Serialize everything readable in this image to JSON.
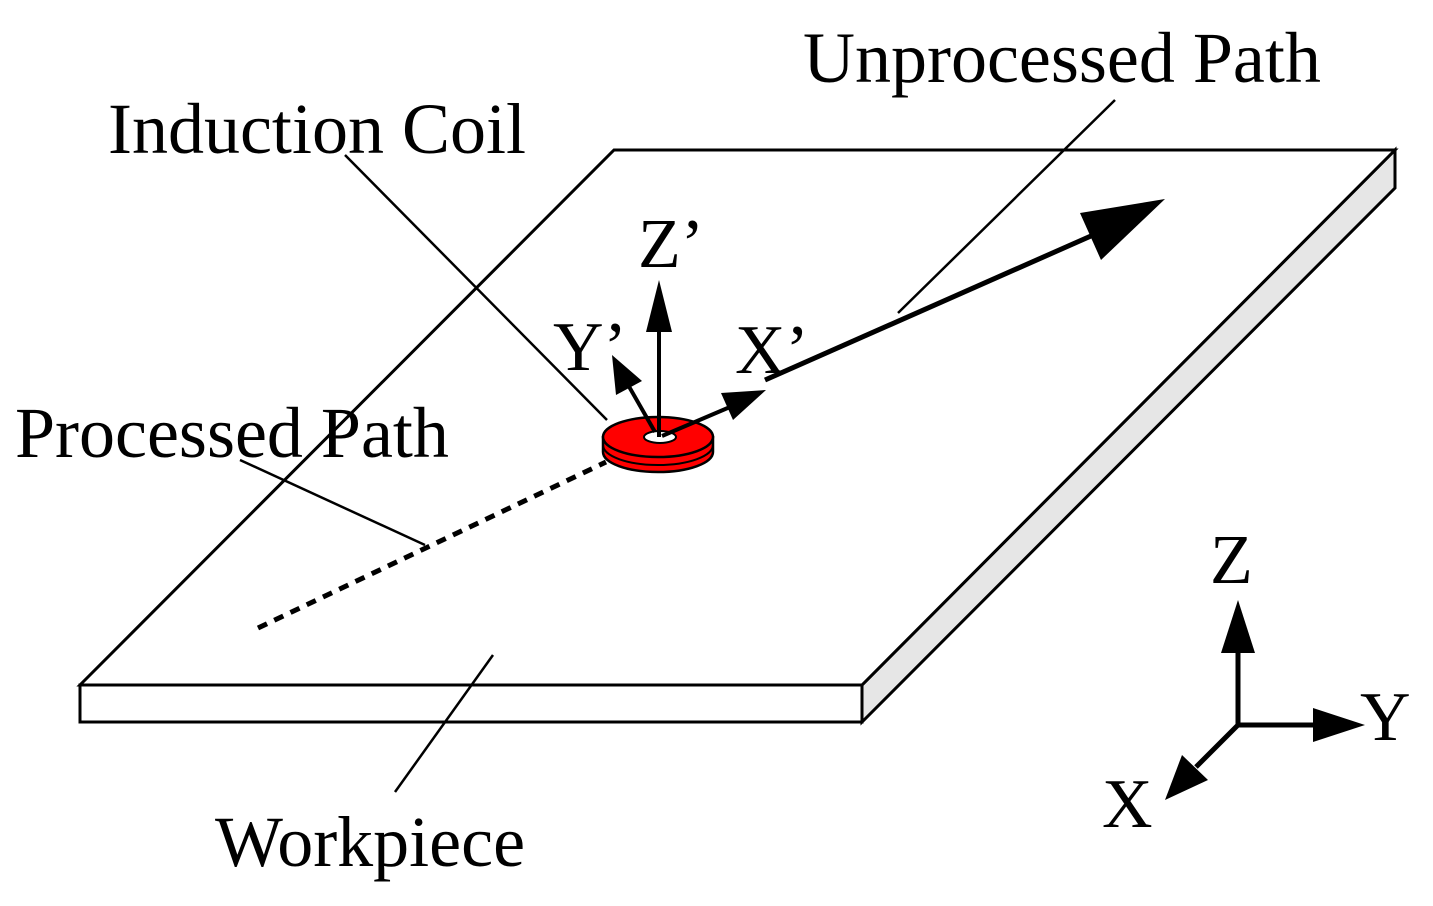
{
  "labels": {
    "unprocessed_path": "Unprocessed Path",
    "induction_coil": "Induction Coil",
    "processed_path": "Processed Path",
    "workpiece": "Workpiece"
  },
  "local_axes": {
    "x": "X’",
    "y": "Y’",
    "z": "Z’"
  },
  "global_axes": {
    "x": "X",
    "y": "Y",
    "z": "Z"
  },
  "colors": {
    "coil": "#ff0000",
    "line": "#000000",
    "plate_top": "#ffffff",
    "plate_side": "#e6e6e6"
  }
}
